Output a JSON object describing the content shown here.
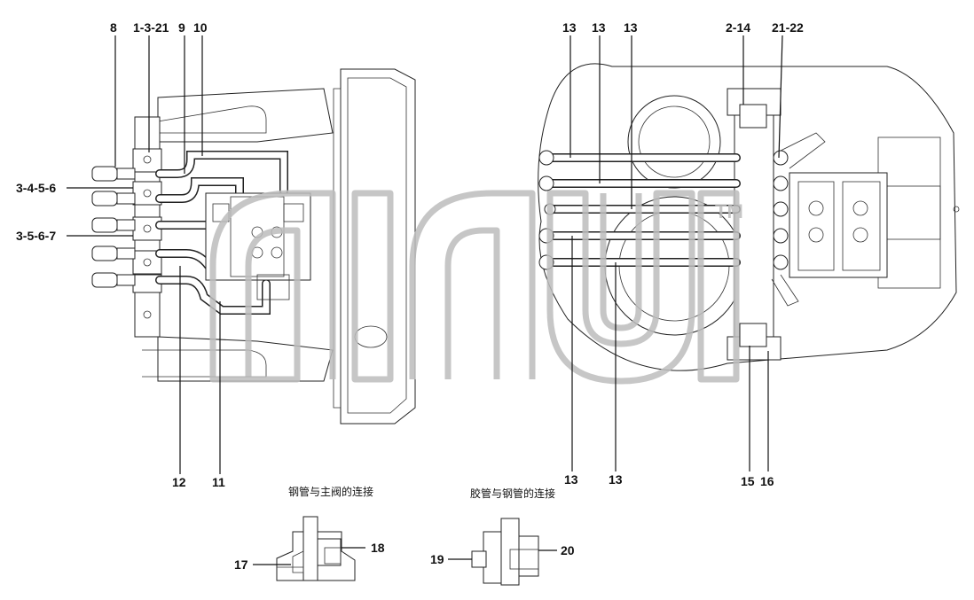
{
  "left_labels": {
    "l8": "8",
    "l1_3_21": "1-3-21",
    "l9": "9",
    "l10": "10",
    "l3_4_5_6": "3-4-5-6",
    "l3_5_6_7": "3-5-6-7",
    "l12": "12",
    "l11": "11"
  },
  "right_labels": {
    "top13a": "13",
    "top13b": "13",
    "top13c": "13",
    "l2_14": "2-14",
    "l21_22": "21-22",
    "bot13a": "13",
    "bot13b": "13",
    "l15": "15",
    "l16": "16"
  },
  "details": {
    "caption_left": "钢管与主阀的连接",
    "caption_right": "胶管与钢管的连接",
    "l17": "17",
    "l18": "18",
    "l19": "19",
    "l20": "20"
  },
  "watermark": {
    "trademark": "TM"
  }
}
